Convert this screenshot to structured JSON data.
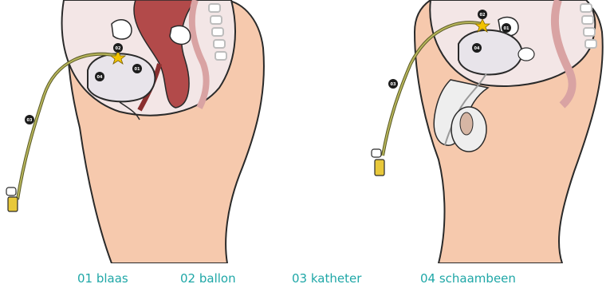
{
  "figure": {
    "legend": [
      {
        "number": "01",
        "label": "01 blaas"
      },
      {
        "number": "02",
        "label": "02 ballon"
      },
      {
        "number": "03",
        "label": "03 katheter"
      },
      {
        "number": "04",
        "label": "04 schaambeen"
      }
    ],
    "markers": {
      "female": [
        "01",
        "02",
        "03",
        "04"
      ],
      "male": [
        "01",
        "02",
        "03",
        "04"
      ]
    },
    "colors": {
      "legend_text": "#1fa7a7",
      "skin": "#f6c9ad",
      "outline": "#2a2a2a",
      "bladder": "#e8e4ea",
      "uterus": "#b24a4a",
      "catheter": "#9a9a3a",
      "bag": "#e8c83a",
      "marker": "#1c1c1c"
    }
  }
}
